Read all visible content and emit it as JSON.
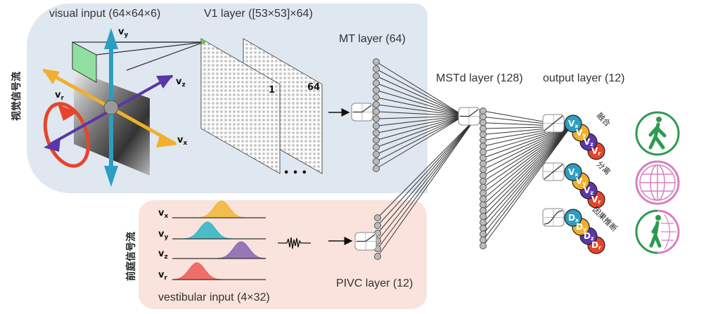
{
  "streams": {
    "visual": "视觉信号流",
    "vestibular": "前庭信号流"
  },
  "labels": {
    "visual_input": "visual input (64×64×6)",
    "v1": "V1 layer ([53×53]×64)",
    "mt": "MT layer (64)",
    "mstd": "MSTd layer (128)",
    "output": "output layer (12)",
    "pivc": "PIVC layer (12)",
    "vestibular_input": "vestibular input (4×32)"
  },
  "v1_maps": {
    "first": "1",
    "last": "64",
    "ellipsis": "• • •"
  },
  "axes": {
    "vx": "v",
    "vx_sub": "x",
    "vy": "v",
    "vy_sub": "y",
    "vz": "v",
    "vz_sub": "z",
    "vr": "v",
    "vr_sub": "r"
  },
  "vestibular_channels": [
    {
      "label": "v",
      "sub": "x",
      "color": "#f2b632"
    },
    {
      "label": "v",
      "sub": "y",
      "color": "#2fb3c4"
    },
    {
      "label": "v",
      "sub": "z",
      "color": "#8a62b0"
    },
    {
      "label": "v",
      "sub": "r",
      "color": "#ec5a55"
    }
  ],
  "outputs": [
    {
      "name": "融合",
      "letter": "V",
      "subs": [
        "x",
        "y",
        "z",
        "r"
      ],
      "activation": "linear"
    },
    {
      "name": "分离",
      "letter": "V",
      "subs": [
        "x",
        "y",
        "z",
        "r"
      ],
      "activation": "linear"
    },
    {
      "name": "因果推断",
      "letter": "D",
      "subs": [
        "x",
        "y",
        "z",
        "r"
      ],
      "activation": "sigmoid"
    }
  ],
  "colors": {
    "visual_panel": "#dfe7f0",
    "vestibular_panel": "#f9e3dc",
    "teal": "#2c9ec0",
    "orange": "#f0b02c",
    "purple": "#5a36a8",
    "red": "#e5452b",
    "green": "#2e9a50",
    "pink": "#d77fc0"
  },
  "icons": [
    "walking-person-icon",
    "globe-icon",
    "person-globe-icon"
  ]
}
